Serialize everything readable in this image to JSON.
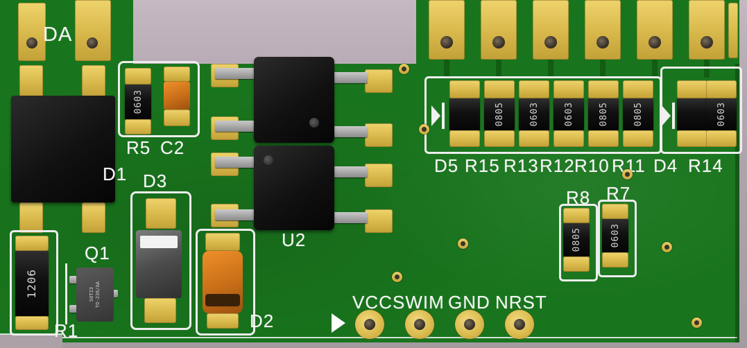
{
  "colors": {
    "background": "#b5a7b1",
    "board_green": "#19751d",
    "pad_gold": "#d8b84a",
    "silkscreen_white": "#f0f0f0",
    "component_black": "#101010",
    "capacitor_orange": "#c86e18"
  },
  "silkscreen_labels": {
    "da": "DA",
    "d1": "D1",
    "r5": "R5",
    "c2": "C2",
    "d3": "D3",
    "q1": "Q1",
    "r1": "R1",
    "u2": "U2",
    "d2": "D2",
    "r8": "R8",
    "r7": "R7"
  },
  "component_markings": {
    "r1": "1206",
    "r5": "0603",
    "q1_line1": "SOT23",
    "q1_line2": "TO-236/AA",
    "r8": "0805",
    "r7": "0603"
  },
  "resistor_row": [
    {
      "label": "D5",
      "marking": ""
    },
    {
      "label": "R15",
      "marking": "0805"
    },
    {
      "label": "R13",
      "marking": "0603"
    },
    {
      "label": "R12",
      "marking": "0603"
    },
    {
      "label": "R10",
      "marking": "0805"
    },
    {
      "label": "R11",
      "marking": "0805"
    },
    {
      "label": "D4",
      "marking": ""
    },
    {
      "label": "R14",
      "marking": "0603"
    }
  ],
  "programming_header": {
    "labels": [
      "VCC",
      "SWIM",
      "GND",
      "NRST"
    ]
  }
}
